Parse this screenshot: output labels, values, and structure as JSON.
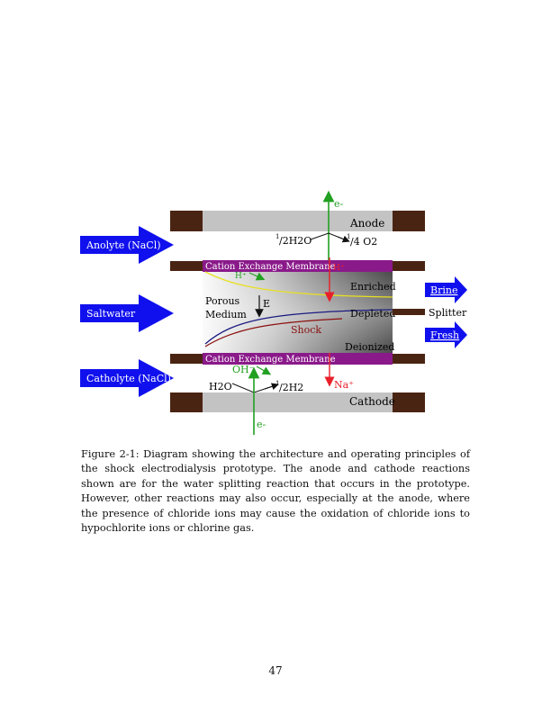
{
  "diagram": {
    "anode_label": "Anode",
    "cathode_label": "Cathode",
    "electron_top": "e-",
    "electron_bottom": "e-",
    "anolyte_label": "Anolyte  (NaCl)",
    "saltwater_label": "Saltwater",
    "catholyte_label": "Catholyte (NaCl)",
    "membrane_top_label": "Cation Exchange Membrane",
    "membrane_bottom_label": "Cation Exchange Membrane",
    "porous_label_1": "Porous",
    "porous_label_2": "Medium",
    "e_field_label": "E",
    "enriched_label": "Enriched",
    "depleted_label": "Depleted",
    "shock_label": "Shock",
    "deionized_label": "Deionized",
    "brine_label": "Brine",
    "splitter_label": "Splitter",
    "fresh_label": "Fresh",
    "anode_reaction": {
      "reactant_frac": "1",
      "reactant": "/2H2O",
      "product_frac": "1",
      "product": "/4 O2",
      "ion": "H+"
    },
    "cathode_reaction": {
      "reactant": "H2O",
      "product_frac": "1",
      "product": "/2H2",
      "ion": "OH-",
      "sodium": "Na+"
    },
    "colors": {
      "electrode_gray": "#c3c3c3",
      "electrode_block": "#4a2412",
      "membrane_purple": "#8a1a8a",
      "arrow_blue": "#1010ee",
      "green": "#22a022",
      "red": "#e8202a",
      "shock_red": "#8b1010",
      "yellow_curve": "#e8e020",
      "navy_curve": "#1a1a80"
    }
  },
  "caption": "Figure 2-1: Diagram showing the architecture and operating principles of the shock electrodialysis prototype. The anode and cathode reactions shown are for the water splitting reaction that occurs in the prototype. However, other reactions may also occur, especially at the anode, where the presence of chloride ions may cause the oxidation of chloride ions to hypochlorite ions or chlorine gas.",
  "page_number": "47"
}
